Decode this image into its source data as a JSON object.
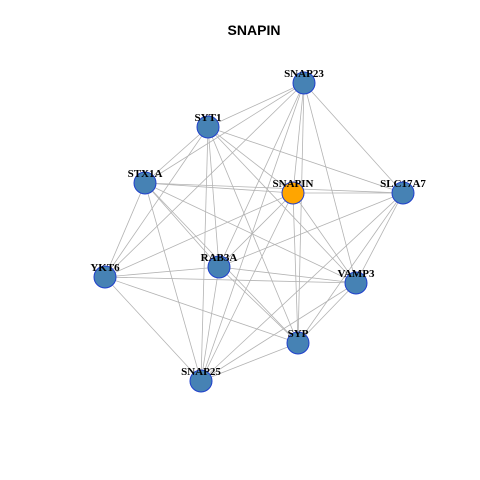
{
  "title": "SNAPIN",
  "colors": {
    "node_default": "#4682b4",
    "node_center": "#ffa500",
    "node_stroke": "#1f3fcc",
    "edge": "#b3b3b3"
  },
  "nodes": [
    {
      "id": "SNAP23",
      "label": "SNAP23",
      "type": "default"
    },
    {
      "id": "SYT1",
      "label": "SYT1",
      "type": "default"
    },
    {
      "id": "STX1A",
      "label": "STX1A",
      "type": "default"
    },
    {
      "id": "SNAPIN",
      "label": "SNAPIN",
      "type": "center"
    },
    {
      "id": "SLC17A7",
      "label": "SLC17A7",
      "type": "default"
    },
    {
      "id": "YKT6",
      "label": "YKT6",
      "type": "default"
    },
    {
      "id": "RAB3A",
      "label": "RAB3A",
      "type": "default"
    },
    {
      "id": "VAMP3",
      "label": "VAMP3",
      "type": "default"
    },
    {
      "id": "SYP",
      "label": "SYP",
      "type": "default"
    },
    {
      "id": "SNAP25",
      "label": "SNAP25",
      "type": "default"
    }
  ],
  "edges": [
    [
      "SNAP23",
      "SYT1"
    ],
    [
      "SNAP23",
      "STX1A"
    ],
    [
      "SNAP23",
      "SNAPIN"
    ],
    [
      "SNAP23",
      "SLC17A7"
    ],
    [
      "SNAP23",
      "YKT6"
    ],
    [
      "SNAP23",
      "RAB3A"
    ],
    [
      "SNAP23",
      "VAMP3"
    ],
    [
      "SNAP23",
      "SYP"
    ],
    [
      "SNAP23",
      "SNAP25"
    ],
    [
      "SYT1",
      "STX1A"
    ],
    [
      "SYT1",
      "SNAPIN"
    ],
    [
      "SYT1",
      "SLC17A7"
    ],
    [
      "SYT1",
      "YKT6"
    ],
    [
      "SYT1",
      "RAB3A"
    ],
    [
      "SYT1",
      "VAMP3"
    ],
    [
      "SYT1",
      "SYP"
    ],
    [
      "SYT1",
      "SNAP25"
    ],
    [
      "STX1A",
      "SNAPIN"
    ],
    [
      "STX1A",
      "SLC17A7"
    ],
    [
      "STX1A",
      "YKT6"
    ],
    [
      "STX1A",
      "RAB3A"
    ],
    [
      "STX1A",
      "VAMP3"
    ],
    [
      "STX1A",
      "SYP"
    ],
    [
      "STX1A",
      "SNAP25"
    ],
    [
      "SNAPIN",
      "SLC17A7"
    ],
    [
      "SNAPIN",
      "YKT6"
    ],
    [
      "SNAPIN",
      "RAB3A"
    ],
    [
      "SNAPIN",
      "VAMP3"
    ],
    [
      "SNAPIN",
      "SYP"
    ],
    [
      "SNAPIN",
      "SNAP25"
    ],
    [
      "SLC17A7",
      "RAB3A"
    ],
    [
      "SLC17A7",
      "VAMP3"
    ],
    [
      "SLC17A7",
      "SYP"
    ],
    [
      "SLC17A7",
      "SNAP25"
    ],
    [
      "YKT6",
      "RAB3A"
    ],
    [
      "YKT6",
      "VAMP3"
    ],
    [
      "YKT6",
      "SYP"
    ],
    [
      "YKT6",
      "SNAP25"
    ],
    [
      "RAB3A",
      "VAMP3"
    ],
    [
      "RAB3A",
      "SYP"
    ],
    [
      "RAB3A",
      "SNAP25"
    ],
    [
      "VAMP3",
      "SYP"
    ],
    [
      "VAMP3",
      "SNAP25"
    ],
    [
      "SYP",
      "SNAP25"
    ]
  ]
}
